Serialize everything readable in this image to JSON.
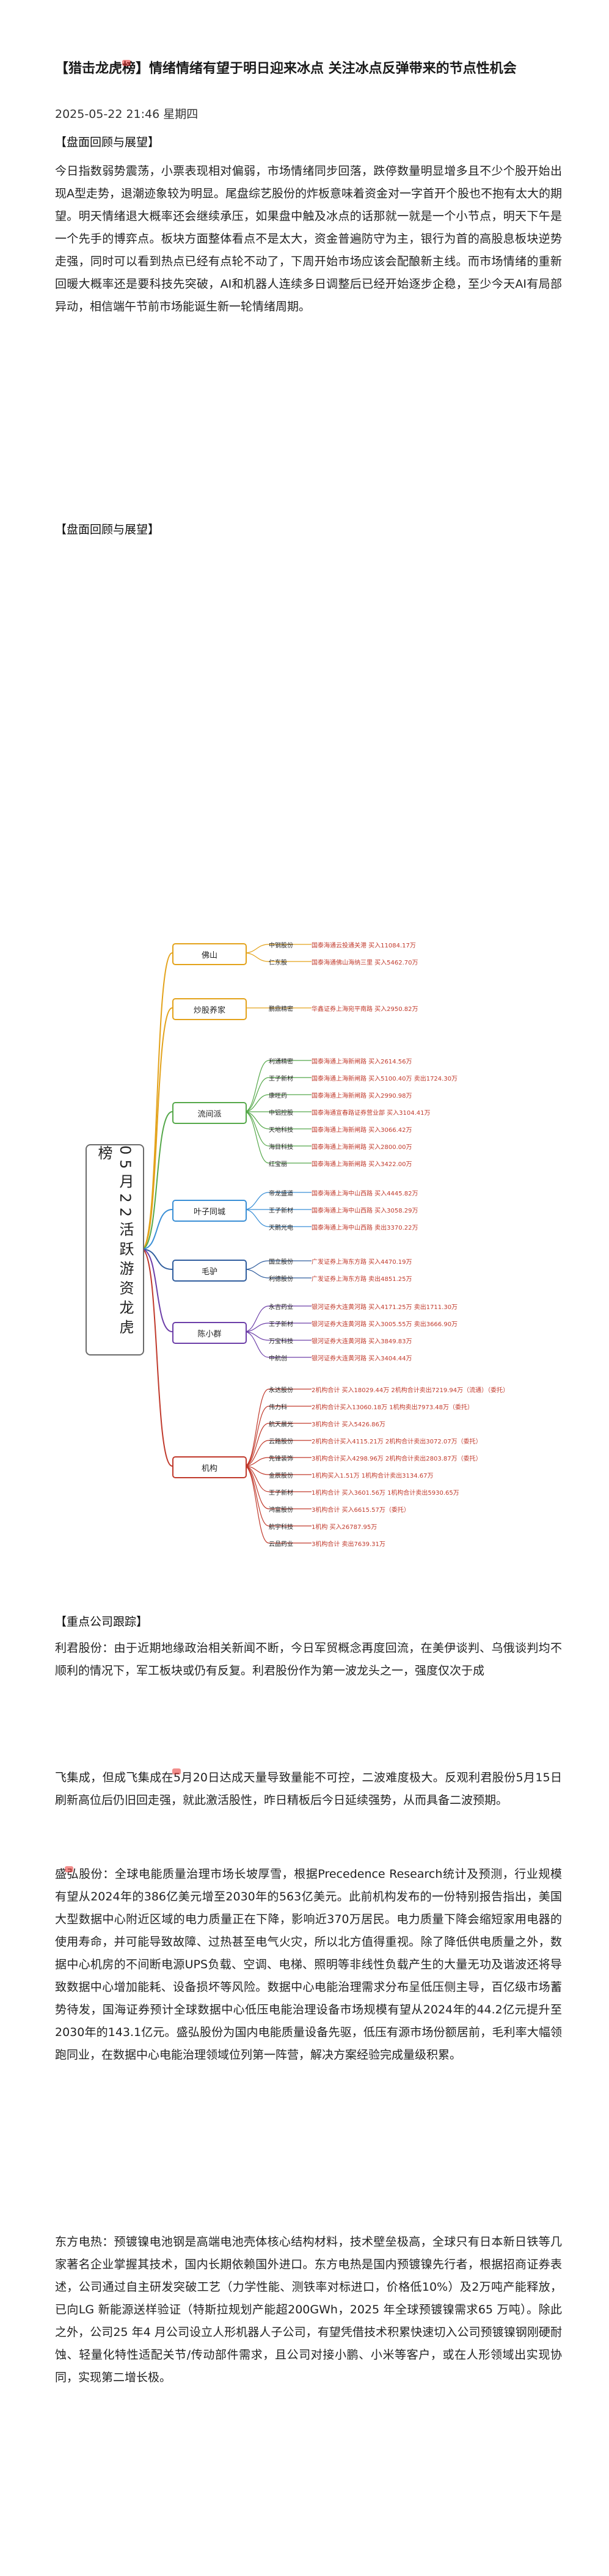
{
  "title": "【猎击龙虎榜】情绪情绪有望于明日迎来冰点 关注冰点反弹带来的节点性机会",
  "datetime": "2025-05-22 21:46 星期四",
  "review": {
    "heading": "【盘面回顾与展望】",
    "body": "今日指数弱势震荡，小票表现相对偏弱，市场情绪同步回落，跌停数量明显增多且不少个股开始出现A型走势，退潮迹象较为明显。尾盘综艺股份的炸板意味着资金对一字首开个股也不抱有太大的期望。明天情绪退大概率还会继续承压，如果盘中触及冰点的话那就一就是一个小节点，明天下午是一个先手的博弈点。板块方面整体看点不是太大，资金普遍防守为主，银行为首的高股息板块逆势走强，同时可以看到热点已经有点轮不动了，下周开始市场应该会配酿新主线。而市场情绪的重新回暖大概率还是要科技先突破，AI和机器人连续多日调整后已经开始逐步企稳，至少今天AI有局部异动，相信端午节前市场能诞生新一轮情绪周期。"
  },
  "mindmap": {
    "root": "05月22活跃游资龙虎榜",
    "branches": [
      {
        "name": "佛山",
        "color": "#e3a21a",
        "items": [
          {
            "stock": "中钢股份",
            "detail": "国泰海通云投通关港 买入11084.17万"
          },
          {
            "stock": "仁东股",
            "detail": "国泰海通佛山海纳三里 买入5462.70万"
          }
        ]
      },
      {
        "name": "炒股养家",
        "color": "#e3a21a",
        "items": [
          {
            "stock": "鹏鼎精密",
            "detail": "华鑫证券上海宛平南路 买入2950.82万"
          }
        ]
      },
      {
        "name": "流间派",
        "color": "#55a84a",
        "items": [
          {
            "stock": "利通精密",
            "detail": "国泰海通上海新闸路 买入2614.56万"
          },
          {
            "stock": "王子新材",
            "detail": "国泰海通上海新闸路 买入5100.40万 卖出1724.30万"
          },
          {
            "stock": "康旺药",
            "detail": "国泰海通上海新闸路 买入2990.98万"
          },
          {
            "stock": "中铝控股",
            "detail": "国泰海通宣春路证券营业部 买入3104.41万"
          },
          {
            "stock": "天地科技",
            "detail": "国泰海通上海新闸路 买入3066.42万"
          },
          {
            "stock": "海目科技",
            "detail": "国泰海通上海新闸路 买入2800.00万"
          },
          {
            "stock": "红宝丽",
            "detail": "国泰海通上海新闸路 买入3422.00万"
          }
        ]
      },
      {
        "name": "叶子同城",
        "color": "#3a8fd6",
        "items": [
          {
            "stock": "帝龙盛道",
            "detail": "国泰海通上海中山西路 买入4445.82万"
          },
          {
            "stock": "王子新材",
            "detail": "国泰海通上海中山西路 买入3058.29万"
          },
          {
            "stock": "天鹅光电",
            "detail": "国泰海通上海中山西路 卖出3370.22万"
          }
        ]
      },
      {
        "name": "毛驴",
        "color": "#2f5d9e",
        "items": [
          {
            "stock": "国立股份",
            "detail": "广发证券上海东方路 买入4470.19万"
          },
          {
            "stock": "利德股份",
            "detail": "广发证券上海东方路 卖出4851.25万"
          }
        ]
      },
      {
        "name": "陈小群",
        "color": "#6c3ea8",
        "items": [
          {
            "stock": "永吉药业",
            "detail": "银河证券大连黄河路 买入4171.25万 卖出1711.30万"
          },
          {
            "stock": "王子新材",
            "detail": "银河证券大连黄河路 买入3005.55万 卖出3666.90万"
          },
          {
            "stock": "万宝科技",
            "detail": "银河证券大连黄河路 买入3849.83万"
          },
          {
            "stock": "中航创",
            "detail": "银河证券大连黄河路 买入3404.44万"
          }
        ]
      },
      {
        "name": "机构",
        "color": "#c0392b",
        "items": [
          {
            "stock": "永达股份",
            "detail": "2机构合计 买入18029.44万 2机构合计卖出7219.94万（流通）（委托）"
          },
          {
            "stock": "伟力科",
            "detail": "2机构合计买入13060.18万 1机构卖出7973.48万（委托）"
          },
          {
            "stock": "航天晨光",
            "detail": "3机构合计 买入5426.86万"
          },
          {
            "stock": "云路股份",
            "detail": "2机构合计买入4115.21万 2机构合计卖出3072.07万（委托）"
          },
          {
            "stock": "先锋装饰",
            "detail": "3机构合计买入4298.96万 2机构合计卖出2803.87万（委托）"
          },
          {
            "stock": "金辰股份",
            "detail": "1机构买入1.51万 1机构合计卖出3134.67万"
          },
          {
            "stock": "王子新材",
            "detail": "1机构合计 买入3601.56万 1机构合计卖出5930.65万"
          },
          {
            "stock": "鸿富股份",
            "detail": "3机构合计 买入6615.57万（委托）"
          },
          {
            "stock": "航宇科技",
            "detail": "1机构 买入26787.95万"
          },
          {
            "stock": "云品药业",
            "detail": "3机构合计 卖出7639.31万"
          }
        ]
      }
    ]
  },
  "focus": {
    "heading": "【重点公司跟踪】",
    "p1": "利君股份：由于近期地缘政治相关新闻不断，今日军贸概念再度回流，在美伊谈判、乌俄谈判均不顺利的情况下，军工板块或仍有反复。利君股份作为第一波龙头之一，强度仅次于成",
    "p2": "飞集成，但成飞集成在5月20日达成天量导致量能不可控，二波难度极大。反观利君股份5月15日刷新高位后仍旧回走强，就此激活股性，昨日精板后今日延续强势，从而具备二波预期。",
    "p3": "盛弘股份：全球电能质量治理市场长坡厚雪，根据Precedence Research统计及预测，行业规模有望从2024年的386亿美元增至2030年的563亿美元。此前机构发布的一份特别报告指出，美国大型数据中心附近区域的电力质量正在下降，影响近370万居民。电力质量下降会缩短家用电器的使用寿命，并可能导致故障、过热甚至电气火灾，所以北方值得重视。除了降低供电质量之外，数据中心机房的不间断电源UPS负载、空调、电梯、照明等非线性负载产生的大量无功及谐波还将导致数据中心增加能耗、设备损坏等风险。数据中心电能治理需求分布呈低压侧主导，百亿级市场蓄势待发，国海证券预计全球数据中心低压电能治理设备市场规模有望从2024年的44.2亿元提升至2030年的143.1亿元。盛弘股份为国内电能质量设备先驱，低压有源市场份额居前，毛利率大幅领跑同业，在数据中心电能治理领域位列第一阵营，解决方案经验完成量级积累。",
    "p4": "东方电热：预镀镍电池钢是高端电池壳体核心结构材料，技术壁垒极高，全球只有日本新日铁等几家著名企业掌握其技术，国内长期依赖国外进口。东方电热是国内预镀镍先行者，根据招商证券表述，公司通过自主研发突破工艺（力学性能、测铁率对标进口，价格低10%）及2万吨产能释放，已向LG 新能源送样验证（特斯拉规划产能超200GWh，2025 年全球预镀镍需求65 万吨）。除此之外，公司25 年4 月公司设立人形机器人子公司，有望凭借技术积累快速切入公司预镀镍钢刚硬耐蚀、轻量化特性适配关节/传动部件需求，且公司对接小鹏、小米等客户，或在人形领域出实现协同，实现第二增长极。"
  }
}
